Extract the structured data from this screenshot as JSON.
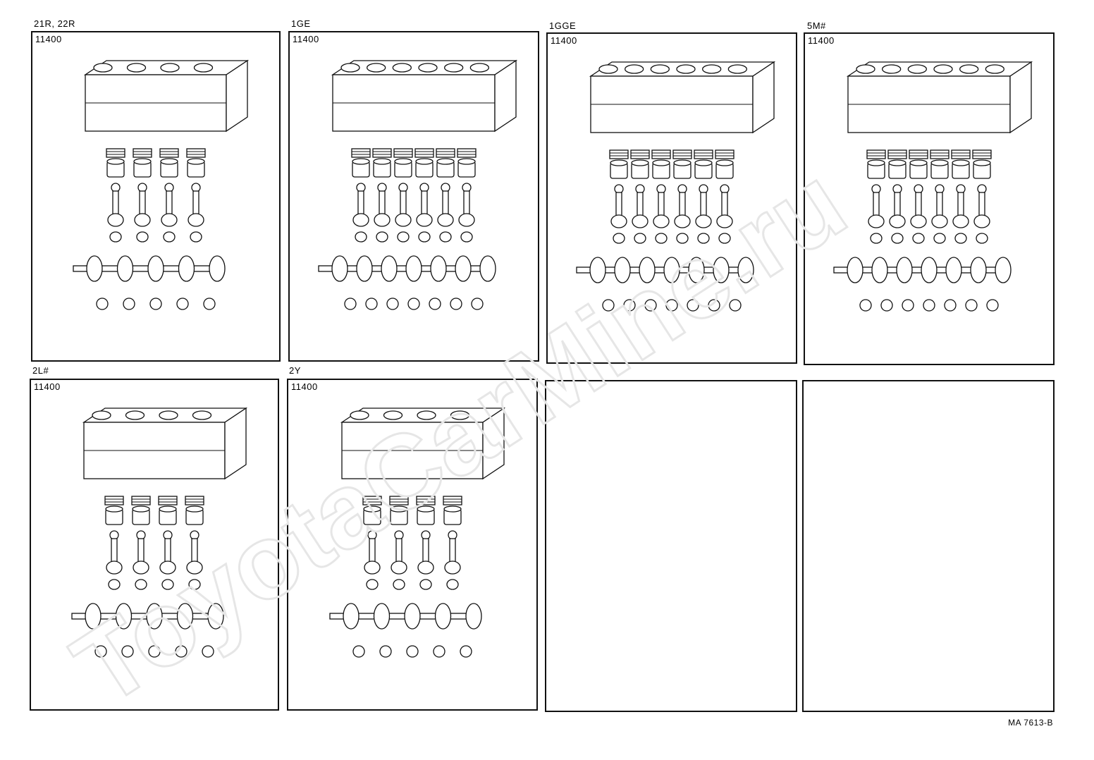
{
  "sheet": {
    "code": "MA 7613-B",
    "watermark": "ToyotaCarMine.ru"
  },
  "panels": [
    {
      "engine": "21R, 22R",
      "part_number": "11400",
      "pistons": 4,
      "blank": false
    },
    {
      "engine": "1GE",
      "part_number": "11400",
      "pistons": 6,
      "blank": false
    },
    {
      "engine": "1GGE",
      "part_number": "11400",
      "pistons": 6,
      "blank": false
    },
    {
      "engine": "5M#",
      "part_number": "11400",
      "pistons": 6,
      "blank": false
    },
    {
      "engine": "2L#",
      "part_number": "11400",
      "pistons": 4,
      "blank": false
    },
    {
      "engine": "2Y",
      "part_number": "11400",
      "pistons": 4,
      "blank": false
    },
    {
      "engine": "",
      "part_number": "",
      "pistons": 0,
      "blank": true
    },
    {
      "engine": "",
      "part_number": "",
      "pistons": 0,
      "blank": true
    }
  ]
}
